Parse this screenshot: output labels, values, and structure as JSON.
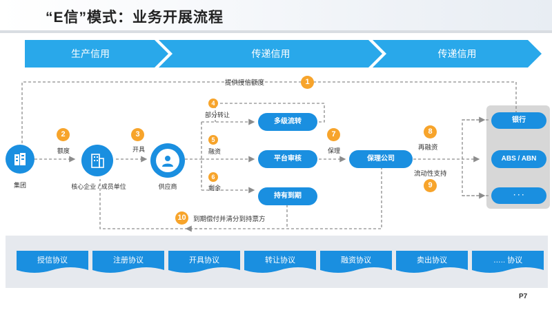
{
  "title": "“E信”模式：业务开展流程",
  "stages": [
    "生产信用",
    "传递信用",
    "传递信用"
  ],
  "entities": {
    "group": "集团",
    "core": "核心企业 / 成员单位",
    "supplier": "供应商",
    "factoring": "保理公司",
    "bank": "银行",
    "abs": "ABS / ABN",
    "more": "· · ·"
  },
  "actions": {
    "multi_transfer": "多级流转",
    "platform_review": "平台审核",
    "hold_to_maturity": "持有到期"
  },
  "steps": [
    {
      "num": "1",
      "label": "提供授信额度"
    },
    {
      "num": "2",
      "label": "额度"
    },
    {
      "num": "3",
      "label": "开具"
    },
    {
      "num": "4",
      "label": "部分转让"
    },
    {
      "num": "5",
      "label": "融资"
    },
    {
      "num": "6",
      "label": "剩余"
    },
    {
      "num": "7",
      "label": "保理"
    },
    {
      "num": "8",
      "label": "再融资"
    },
    {
      "num": "9",
      "label": "流动性支持"
    },
    {
      "num": "10",
      "label": "到期偿付并清分到持票方"
    }
  ],
  "agreements": [
    "授信协议",
    "注册协议",
    "开具协议",
    "转让协议",
    "融资协议",
    "卖出协议",
    "….. 协议"
  ],
  "page_number": "P7",
  "colors": {
    "primary": "#1a8fe0",
    "chevron": "#29a8ea",
    "badge": "#f7a42b",
    "arrow": "#8c8c8c"
  }
}
